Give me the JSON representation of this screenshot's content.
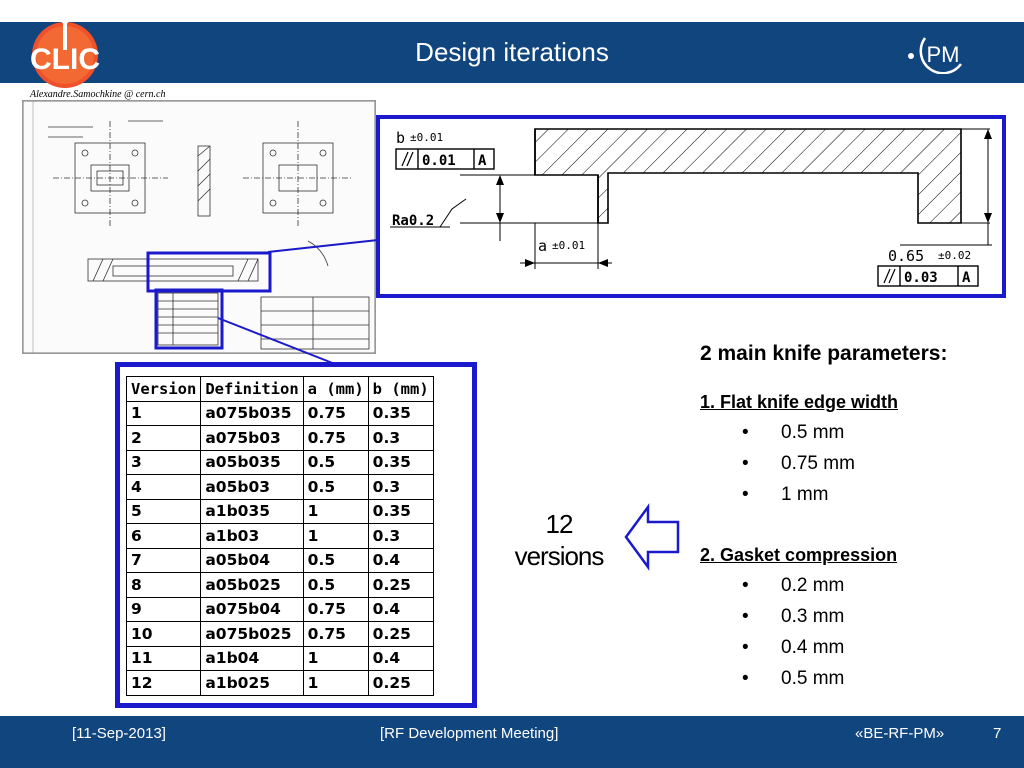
{
  "slide": {
    "title": "Design iterations",
    "author": "Alexandre.Samochkine @ cern.ch"
  },
  "logos": {
    "clic_text": "CLIC",
    "pm_text": "PM"
  },
  "detail": {
    "b_label": "b",
    "b_tol": "±0.01",
    "parallel_value": "0.01",
    "parallel_datum": "A",
    "roughness": "Ra0.2",
    "a_label": "a",
    "a_tol": "±0.01",
    "thick_value": "0.65",
    "thick_tol": "±0.02",
    "parallel2_value": "0.03",
    "parallel2_datum": "A"
  },
  "table": {
    "headers": [
      "Version",
      "Definition",
      "a (mm)",
      "b (mm)"
    ],
    "rows": [
      [
        "1",
        "a075b035",
        "0.75",
        "0.35"
      ],
      [
        "2",
        "a075b03",
        "0.75",
        "0.3"
      ],
      [
        "3",
        "a05b035",
        "0.5",
        "0.35"
      ],
      [
        "4",
        "a05b03",
        "0.5",
        "0.3"
      ],
      [
        "5",
        "a1b035",
        "1",
        "0.35"
      ],
      [
        "6",
        "a1b03",
        "1",
        "0.3"
      ],
      [
        "7",
        "a05b04",
        "0.5",
        "0.4"
      ],
      [
        "8",
        "a05b025",
        "0.5",
        "0.25"
      ],
      [
        "9",
        "a075b04",
        "0.75",
        "0.4"
      ],
      [
        "10",
        "a075b025",
        "0.75",
        "0.25"
      ],
      [
        "11",
        "a1b04",
        "1",
        "0.4"
      ],
      [
        "12",
        "a1b025",
        "1",
        "0.25"
      ]
    ]
  },
  "versions_note": {
    "line1": "12",
    "line2": "versions"
  },
  "params": {
    "title": "2 main knife parameters:",
    "section1": "1. Flat knife edge width",
    "section1_items": [
      "0.5 mm",
      "0.75 mm",
      "1 mm"
    ],
    "section2": "2. Gasket compression",
    "section2_items": [
      "0.2 mm",
      "0.3 mm",
      "0.4 mm",
      "0.5 mm"
    ],
    "bullet": "•"
  },
  "footer": {
    "date": "[11-Sep-2013]",
    "meeting": "[RF Development Meeting]",
    "group": "«BE-RF-PM»",
    "page": "7"
  },
  "colors": {
    "header_band": "#10457e",
    "highlight_border": "#1a1acc",
    "clic_orange": "#f0502a"
  }
}
